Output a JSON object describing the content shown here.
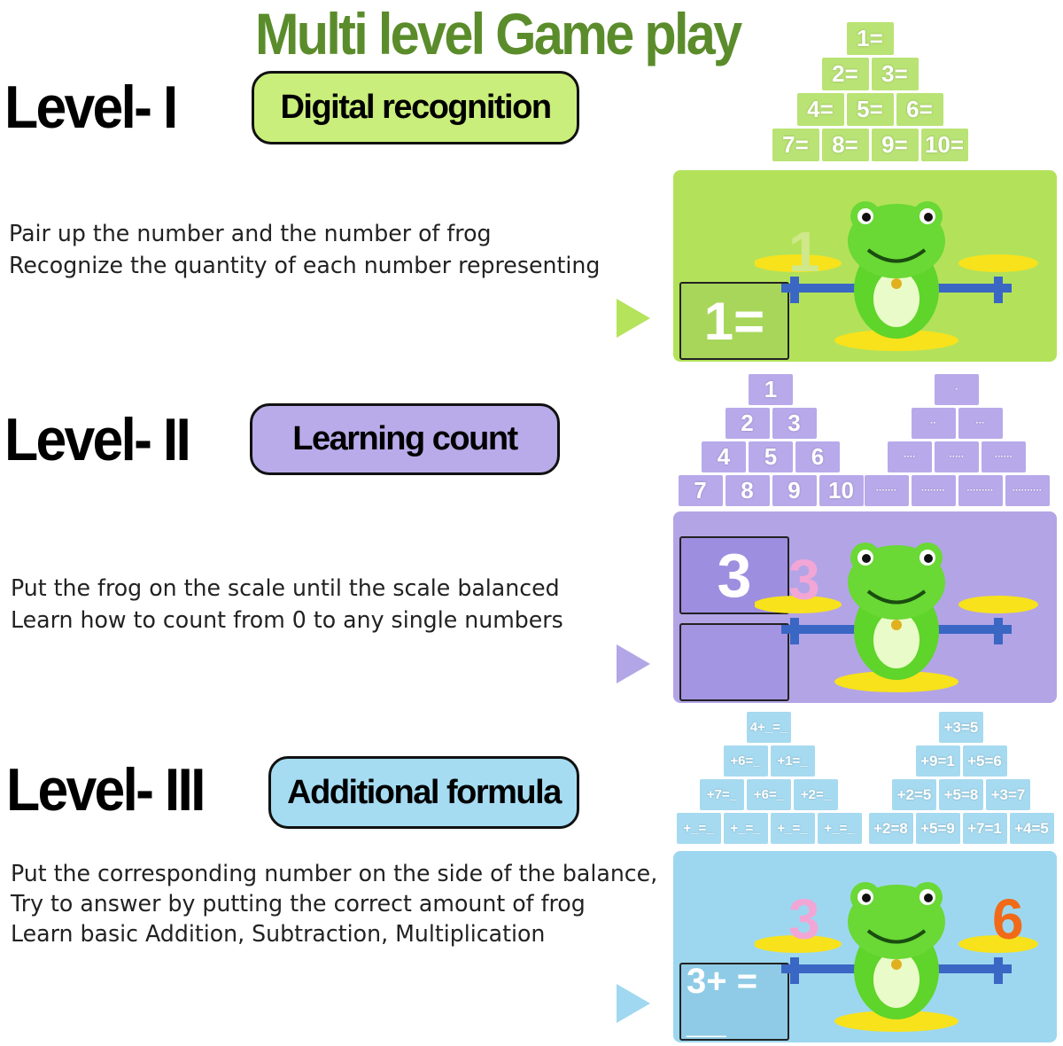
{
  "title": "Multi level Game play",
  "colors": {
    "title": "#5b8c2b",
    "green": "#c9ee7b",
    "purple": "#b9abe9",
    "blue": "#a5dcf2",
    "green_panel": "#b3e25a",
    "purple_panel": "#b3a4e6",
    "blue_panel": "#9dd7ef"
  },
  "levels": [
    {
      "label": "Level- I",
      "badge": "Digital recognition",
      "lines": [
        "Pair up the number and the number of frog",
        "Recognize the quantity of each number representing"
      ],
      "card": "1=",
      "left_number": "1",
      "right_number": ""
    },
    {
      "label": "Level- II",
      "badge": "Learning count",
      "lines": [
        "Put the frog on the scale until the scale balanced",
        "Learn how to count from 0 to any single numbers"
      ],
      "card": "3",
      "left_number": "3",
      "right_number": ""
    },
    {
      "label": "Level- III",
      "badge": "Additional formula",
      "lines": [
        "Put the corresponding number on the side of the balance,",
        "Try to answer by putting the correct amount of frog",
        "Learn basic Addition, Subtraction, Multiplication"
      ],
      "card": "3+ = __",
      "left_number": "3",
      "right_number": "6"
    }
  ],
  "pyramids": {
    "level1": [
      [
        "1="
      ],
      [
        "2=",
        "3="
      ],
      [
        "4=",
        "5=",
        "6="
      ],
      [
        "7=",
        "8=",
        "9=",
        "10="
      ]
    ],
    "level2_numbers": [
      [
        "1"
      ],
      [
        "2",
        "3"
      ],
      [
        "4",
        "5",
        "6"
      ],
      [
        "7",
        "8",
        "9",
        "10"
      ]
    ],
    "level2_frogs": [
      [
        "·"
      ],
      [
        "··",
        "···"
      ],
      [
        "····",
        "·····",
        "······"
      ],
      [
        "·······",
        "········",
        "·········",
        "··········"
      ]
    ],
    "level3_left": [
      [
        "4+_=_"
      ],
      [
        "+6=_",
        "+1=_"
      ],
      [
        "+7=_",
        "+6=_",
        "+2=_"
      ],
      [
        "+_=_",
        "+_=_",
        "+_=_",
        "+_=_"
      ]
    ],
    "level3_right": [
      [
        "+3=5"
      ],
      [
        "+9=1",
        "+5=6"
      ],
      [
        "+2=5",
        "+5=8",
        "+3=7"
      ],
      [
        "+2=8",
        "+5=9",
        "+7=1",
        "+4=5"
      ]
    ]
  }
}
